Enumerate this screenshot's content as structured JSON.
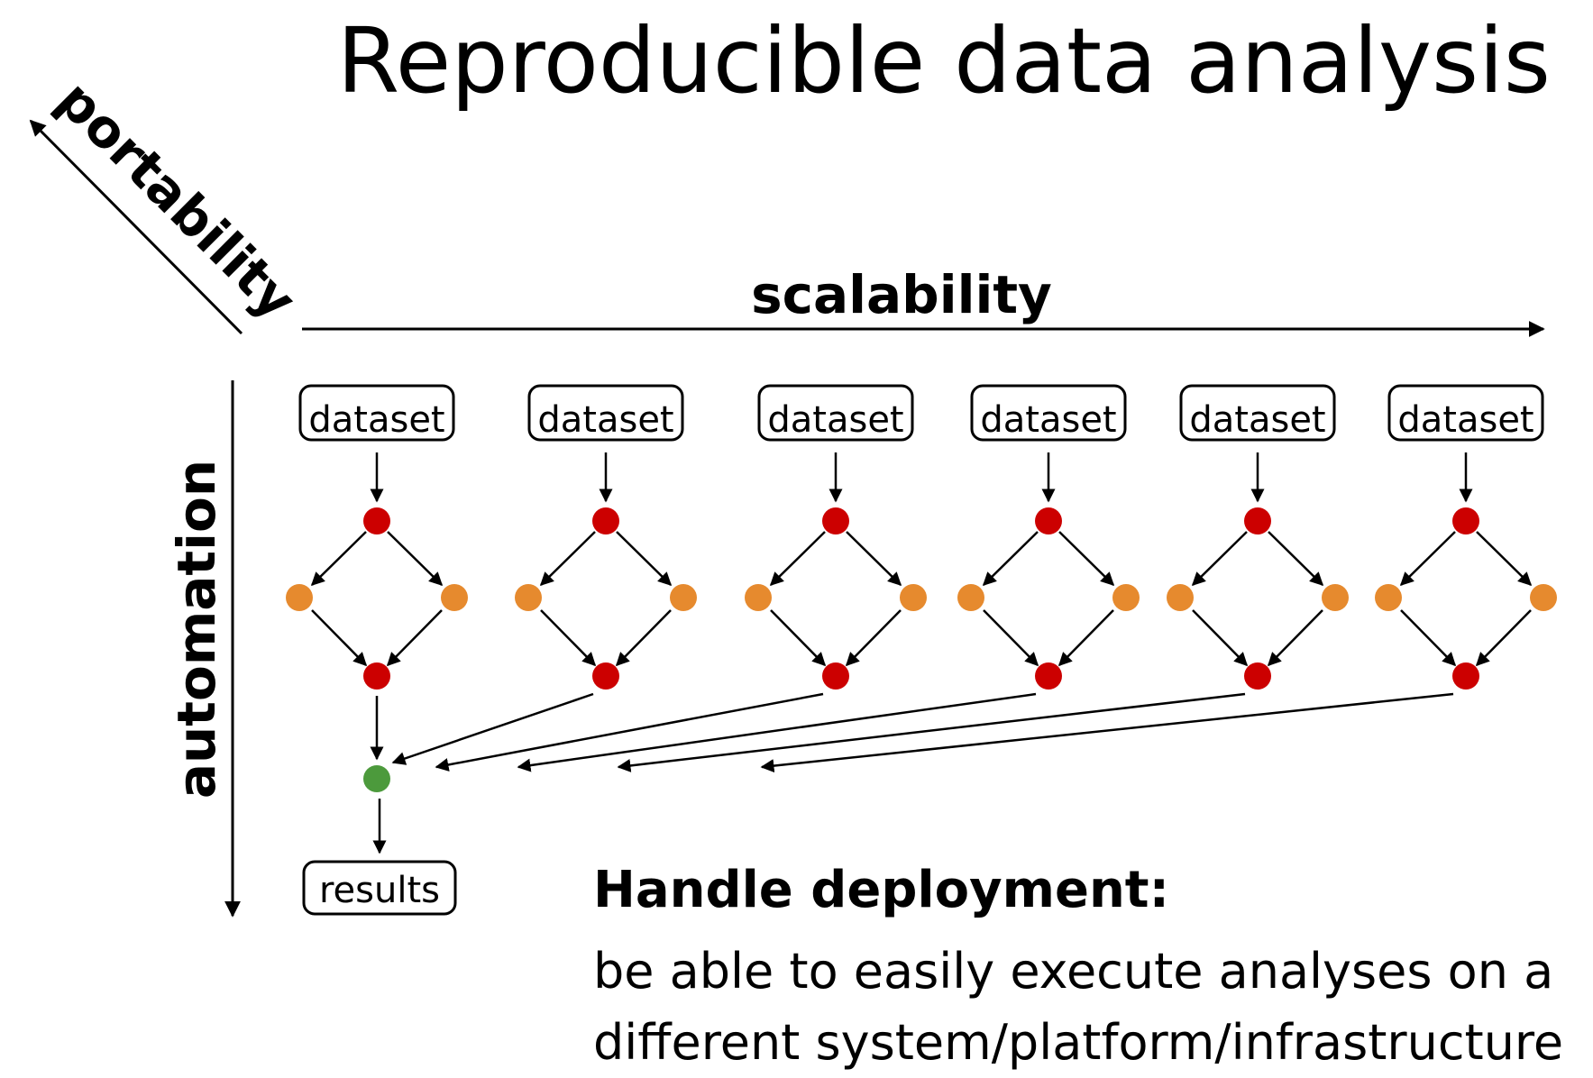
{
  "title": "Reproducible data analysis",
  "axes": {
    "portability": "portability",
    "scalability": "scalability",
    "automation": "automation"
  },
  "pipelines": [
    {
      "input_label": "dataset"
    },
    {
      "input_label": "dataset"
    },
    {
      "input_label": "dataset"
    },
    {
      "input_label": "dataset"
    },
    {
      "input_label": "dataset"
    },
    {
      "input_label": "dataset"
    }
  ],
  "output_label": "results",
  "text": {
    "heading": "Handle deployment:",
    "line1": "be able to easily execute analyses on a",
    "line2": "different system/platform/infrastructure"
  },
  "colors": {
    "start_node": "#cc0000",
    "branch_node": "#e68a2e",
    "merge_node": "#cc0000",
    "final_node": "#4c9a3c",
    "stroke": "#000000"
  }
}
